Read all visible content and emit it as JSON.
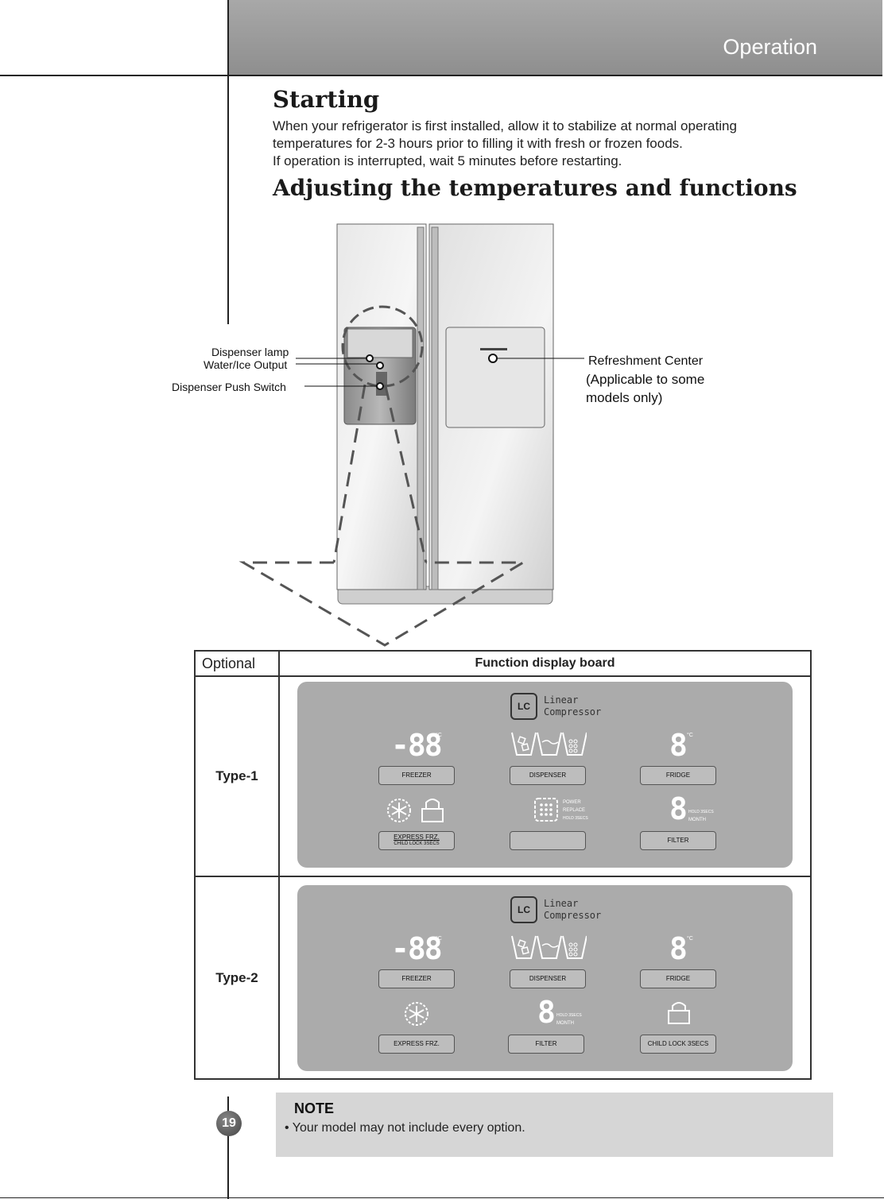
{
  "header": {
    "section_title": "Operation"
  },
  "starting": {
    "heading": "Starting",
    "lines": [
      "When your refrigerator is first installed, allow it to stabilize at normal operating",
      "temperatures for 2-3 hours prior to filling it with fresh or frozen foods.",
      "If operation is interrupted, wait 5 minutes before restarting."
    ]
  },
  "adjusting": {
    "heading": "Adjusting the temperatures and functions"
  },
  "diagram": {
    "callouts_left": [
      "Dispenser lamp",
      "Water/Ice Output",
      "Dispenser Push Switch"
    ],
    "callout_right": {
      "label": "Refreshment Center",
      "note_line1": "(Applicable to some",
      "note_line2": "models only)"
    }
  },
  "function_table": {
    "col_optional": "Optional",
    "col_board": "Function display board",
    "rows": [
      {
        "type_label": "Type-1",
        "lc_label": "LC",
        "lc_text_1": "Linear",
        "lc_text_2": "Compressor",
        "freezer_display": "-88",
        "fridge_display": "8",
        "filter_display": "8",
        "degree": "°C",
        "buttons": {
          "freezer": "FREEZER",
          "dispenser": "DISPENSER",
          "fridge": "FRIDGE",
          "express": "EXPRESS FRZ.",
          "child_lock": "CHILD LOCK 3SECS",
          "blank": "",
          "filter": "FILTER"
        },
        "power_lines": [
          "POWER",
          "REPLACE",
          "HOLD 3SECS"
        ],
        "filter_lines": [
          "HOLD 3SECS",
          "MONTH"
        ]
      },
      {
        "type_label": "Type-2",
        "lc_label": "LC",
        "lc_text_1": "Linear",
        "lc_text_2": "Compressor",
        "freezer_display": "-88",
        "fridge_display": "8",
        "filter_display": "8",
        "degree": "°C",
        "buttons": {
          "freezer": "FREEZER",
          "dispenser": "DISPENSER",
          "fridge": "FRIDGE",
          "express": "EXPRESS FRZ.",
          "filter": "FILTER",
          "child_lock": "CHILD LOCK 3SECS"
        },
        "filter_lines": [
          "HOLD 3SECS",
          "MONTH"
        ]
      }
    ]
  },
  "note": {
    "title": "NOTE",
    "text": "• Your model may not include every option."
  },
  "page_number": "19"
}
